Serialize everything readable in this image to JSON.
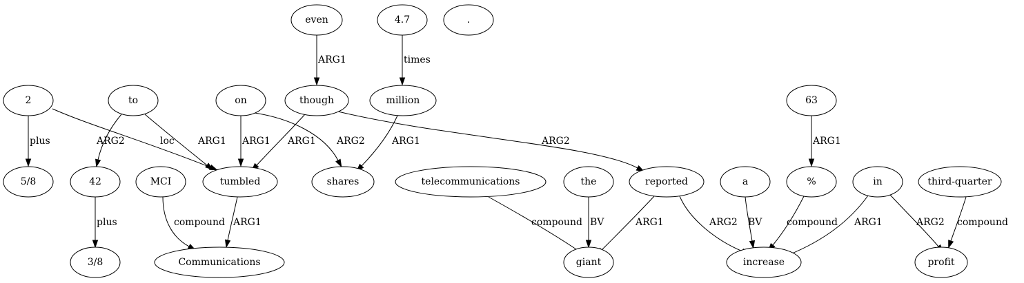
{
  "graph": {
    "nodes": [
      {
        "id": "even",
        "label": "even"
      },
      {
        "id": "n47",
        "label": "4.7"
      },
      {
        "id": "period",
        "label": "."
      },
      {
        "id": "two",
        "label": "2"
      },
      {
        "id": "to",
        "label": "to"
      },
      {
        "id": "on",
        "label": "on"
      },
      {
        "id": "though",
        "label": "though"
      },
      {
        "id": "million",
        "label": "million"
      },
      {
        "id": "n63",
        "label": "63"
      },
      {
        "id": "n58",
        "label": "5/8"
      },
      {
        "id": "n42",
        "label": "42"
      },
      {
        "id": "mci",
        "label": "MCI"
      },
      {
        "id": "tumbled",
        "label": "tumbled"
      },
      {
        "id": "shares",
        "label": "shares"
      },
      {
        "id": "telecom",
        "label": "telecommunications"
      },
      {
        "id": "the",
        "label": "the"
      },
      {
        "id": "reported",
        "label": "reported"
      },
      {
        "id": "a",
        "label": "a"
      },
      {
        "id": "pct",
        "label": "%"
      },
      {
        "id": "in",
        "label": "in"
      },
      {
        "id": "thirdq",
        "label": "third-quarter"
      },
      {
        "id": "n38",
        "label": "3/8"
      },
      {
        "id": "comms",
        "label": "Communications"
      },
      {
        "id": "giant",
        "label": "giant"
      },
      {
        "id": "increase",
        "label": "increase"
      },
      {
        "id": "profit",
        "label": "profit"
      }
    ],
    "edges": [
      {
        "id": "e_even_though",
        "source": "even",
        "target": "though",
        "label": "ARG1"
      },
      {
        "id": "e_47_million",
        "source": "n47",
        "target": "million",
        "label": "times"
      },
      {
        "id": "e_2_58",
        "source": "two",
        "target": "n58",
        "label": "plus"
      },
      {
        "id": "e_2_tumbled",
        "source": "two",
        "target": "tumbled",
        "label": "loc"
      },
      {
        "id": "e_to_42",
        "source": "to",
        "target": "n42",
        "label": "ARG2"
      },
      {
        "id": "e_to_tumbled",
        "source": "to",
        "target": "tumbled",
        "label": "ARG1"
      },
      {
        "id": "e_on_tumbled",
        "source": "on",
        "target": "tumbled",
        "label": "ARG1"
      },
      {
        "id": "e_on_shares",
        "source": "on",
        "target": "shares",
        "label": "ARG2"
      },
      {
        "id": "e_though_tumbled",
        "source": "though",
        "target": "tumbled",
        "label": "ARG1"
      },
      {
        "id": "e_though_reported",
        "source": "though",
        "target": "reported",
        "label": "ARG2"
      },
      {
        "id": "e_million_shares",
        "source": "million",
        "target": "shares",
        "label": "ARG1"
      },
      {
        "id": "e_63_pct",
        "source": "n63",
        "target": "pct",
        "label": "ARG1"
      },
      {
        "id": "e_42_38",
        "source": "n42",
        "target": "n38",
        "label": "plus"
      },
      {
        "id": "e_mci_comms",
        "source": "mci",
        "target": "comms",
        "label": "compound"
      },
      {
        "id": "e_tumbled_comms",
        "source": "tumbled",
        "target": "comms",
        "label": "ARG1"
      },
      {
        "id": "e_telecom_giant",
        "source": "telecom",
        "target": "giant",
        "label": "compound"
      },
      {
        "id": "e_the_giant",
        "source": "the",
        "target": "giant",
        "label": "BV"
      },
      {
        "id": "e_reported_giant",
        "source": "reported",
        "target": "giant",
        "label": "ARG1"
      },
      {
        "id": "e_reported_increase",
        "source": "reported",
        "target": "increase",
        "label": "ARG2"
      },
      {
        "id": "e_a_increase",
        "source": "a",
        "target": "increase",
        "label": "BV"
      },
      {
        "id": "e_pct_increase",
        "source": "pct",
        "target": "increase",
        "label": "compound"
      },
      {
        "id": "e_in_increase",
        "source": "in",
        "target": "increase",
        "label": "ARG1"
      },
      {
        "id": "e_in_profit",
        "source": "in",
        "target": "profit",
        "label": "ARG2"
      },
      {
        "id": "e_thirdq_profit",
        "source": "thirdq",
        "target": "profit",
        "label": "compound"
      }
    ]
  }
}
